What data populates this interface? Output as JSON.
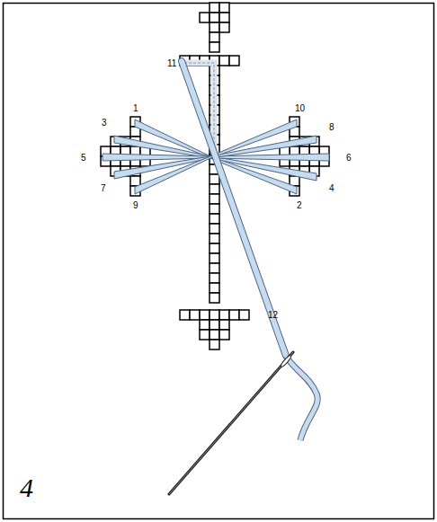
{
  "diagram": {
    "labels": [
      "11",
      "1",
      "10",
      "3",
      "8",
      "5",
      "6",
      "7",
      "4",
      "9",
      "2",
      "12",
      "4"
    ]
  }
}
